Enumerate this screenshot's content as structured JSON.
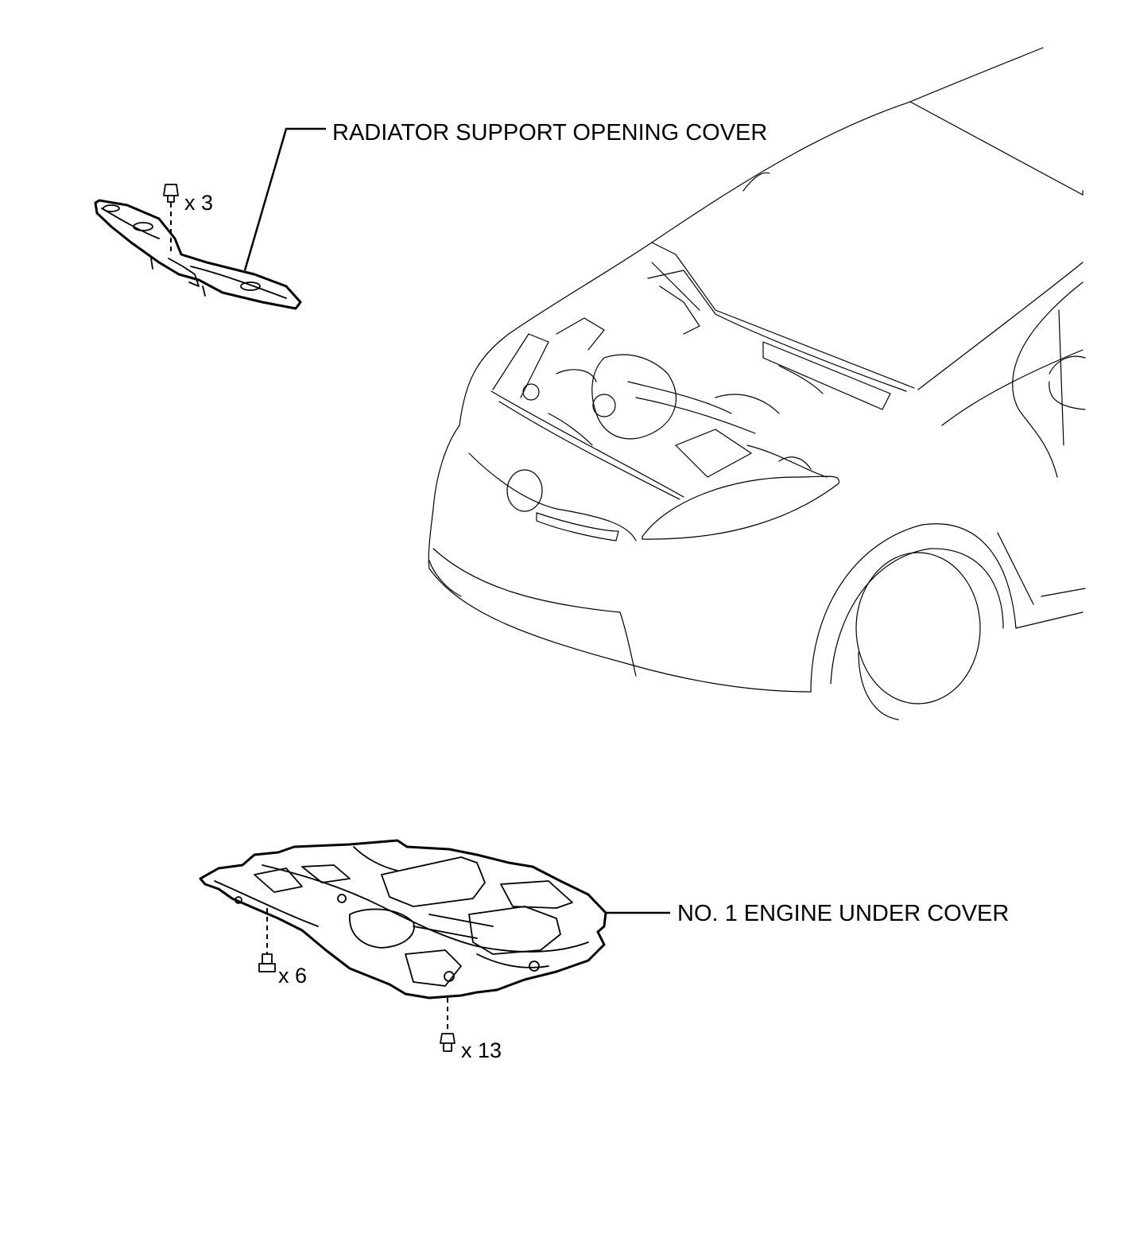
{
  "labels": {
    "radiator_support_opening_cover": "RADIATOR SUPPORT OPENING COVER",
    "no1_engine_under_cover": "NO. 1 ENGINE UNDER COVER"
  },
  "fasteners": {
    "radiator_cover_clips": "x 3",
    "under_cover_bolts": "x 6",
    "under_cover_clips": "x 13"
  }
}
